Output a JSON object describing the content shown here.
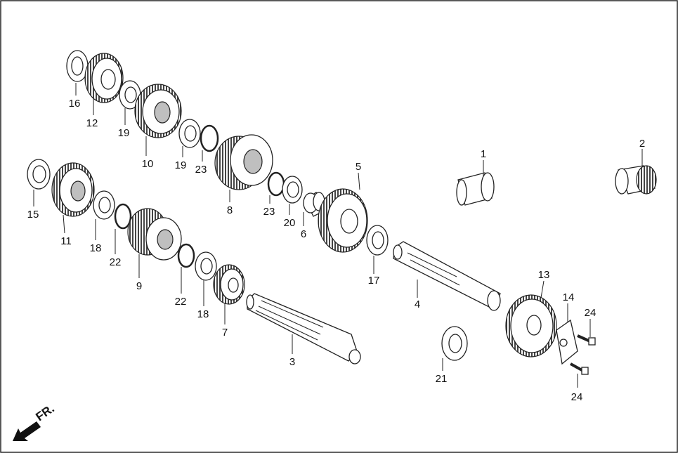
{
  "direction_label": "FR.",
  "callouts": [
    {
      "id": "c1",
      "text": "1"
    },
    {
      "id": "c2",
      "text": "2"
    },
    {
      "id": "c3",
      "text": "3"
    },
    {
      "id": "c4",
      "text": "4"
    },
    {
      "id": "c5",
      "text": "5"
    },
    {
      "id": "c6",
      "text": "6"
    },
    {
      "id": "c7",
      "text": "7"
    },
    {
      "id": "c8",
      "text": "8"
    },
    {
      "id": "c9",
      "text": "9"
    },
    {
      "id": "c10",
      "text": "10"
    },
    {
      "id": "c11",
      "text": "11"
    },
    {
      "id": "c12",
      "text": "12"
    },
    {
      "id": "c13",
      "text": "13"
    },
    {
      "id": "c14",
      "text": "14"
    },
    {
      "id": "c15",
      "text": "15"
    },
    {
      "id": "c16",
      "text": "16"
    },
    {
      "id": "c17",
      "text": "17"
    },
    {
      "id": "c18a",
      "text": "18"
    },
    {
      "id": "c18b",
      "text": "18"
    },
    {
      "id": "c19a",
      "text": "19"
    },
    {
      "id": "c19b",
      "text": "19"
    },
    {
      "id": "c20",
      "text": "20"
    },
    {
      "id": "c21",
      "text": "21"
    },
    {
      "id": "c22a",
      "text": "22"
    },
    {
      "id": "c22b",
      "text": "22"
    },
    {
      "id": "c23a",
      "text": "23"
    },
    {
      "id": "c23b",
      "text": "23"
    },
    {
      "id": "c24a",
      "text": "24"
    },
    {
      "id": "c24b",
      "text": "24"
    }
  ]
}
